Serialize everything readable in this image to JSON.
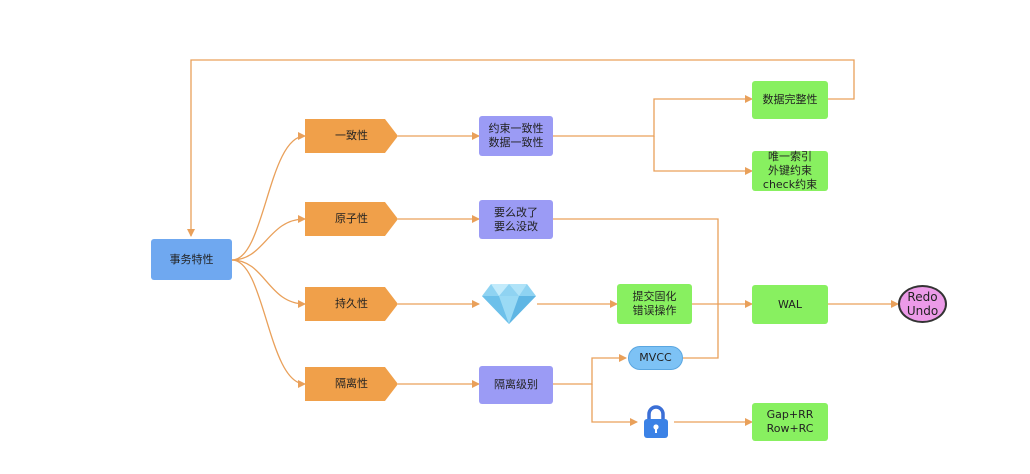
{
  "nodes": {
    "root": "事务特性",
    "consistency": "一致性",
    "atomicity": "原子性",
    "durability": "持久性",
    "isolation": "隔离性",
    "constraint_consistency": "约束一致性\n数据一致性",
    "all_or_nothing": "要么改了\n要么没改",
    "commit_solidify": "提交固化\n错误操作",
    "isolation_level": "隔离级别",
    "data_integrity": "数据完整性",
    "unique_index": "唯一索引\n外键约束\ncheck约束",
    "wal": "WAL",
    "redo_undo": "Redo\nUndo",
    "mvcc": "MVCC",
    "gap_row": "Gap+RR\nRow+RC"
  },
  "icons": {
    "diamond": "diamond-icon",
    "lock": "lock-icon"
  },
  "colors": {
    "edge": "#e9a05a",
    "root": "#6fa8f0",
    "property": "#f0a04a",
    "mechanism": "#9b9bf5",
    "detail": "#88f060",
    "mvcc": "#7dc2f5",
    "redo_undo": "#ec9ae8"
  }
}
